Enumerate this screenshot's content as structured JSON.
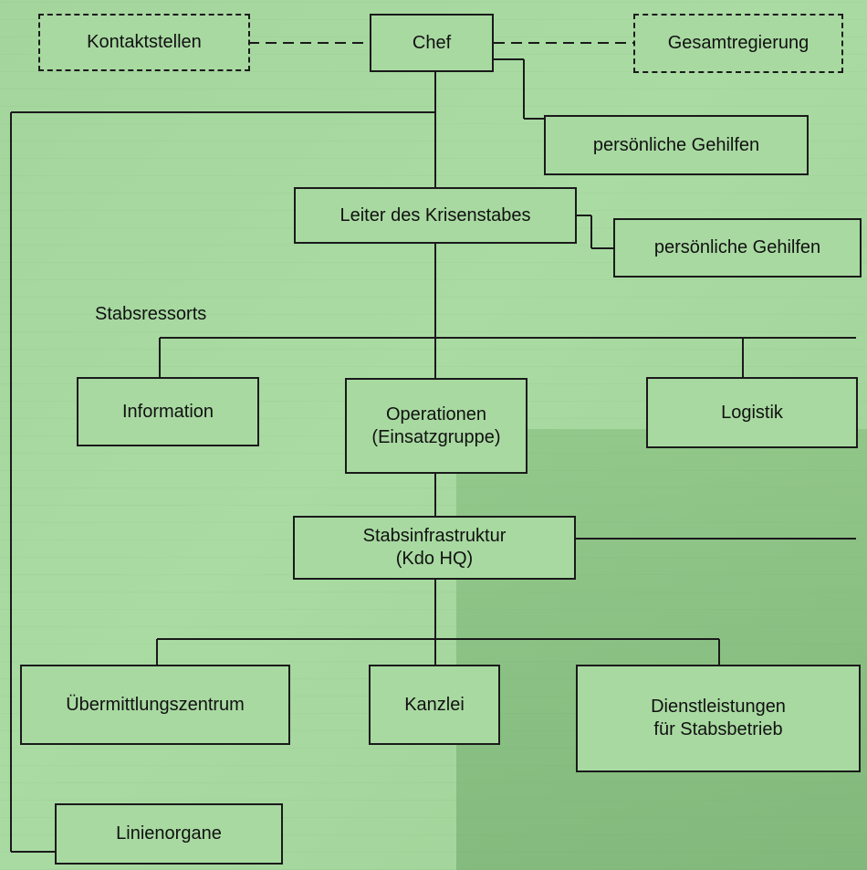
{
  "diagram": {
    "contact_points": "Kontaktstellen",
    "chief": "Chef",
    "government": "Gesamtregierung",
    "assistants_1": "persönliche Gehilfen",
    "crisis_staff_head": "Leiter des Krisenstabes",
    "assistants_2": "persönliche Gehilfen",
    "staff_departments": "Stabsressorts",
    "information": "Information",
    "operations_line1": "Operationen",
    "operations_line2": "(Einsatzgruppe)",
    "logistics": "Logistik",
    "infrastructure_line1": "Stabsinfrastruktur",
    "infrastructure_line2": "(Kdo HQ)",
    "transmission_center": "Übermittlungszentrum",
    "chancellery": "Kanzlei",
    "services_line1": "Dienstleistungen",
    "services_line2": "für Stabsbetrieb",
    "line_organs": "Linienorgane"
  }
}
